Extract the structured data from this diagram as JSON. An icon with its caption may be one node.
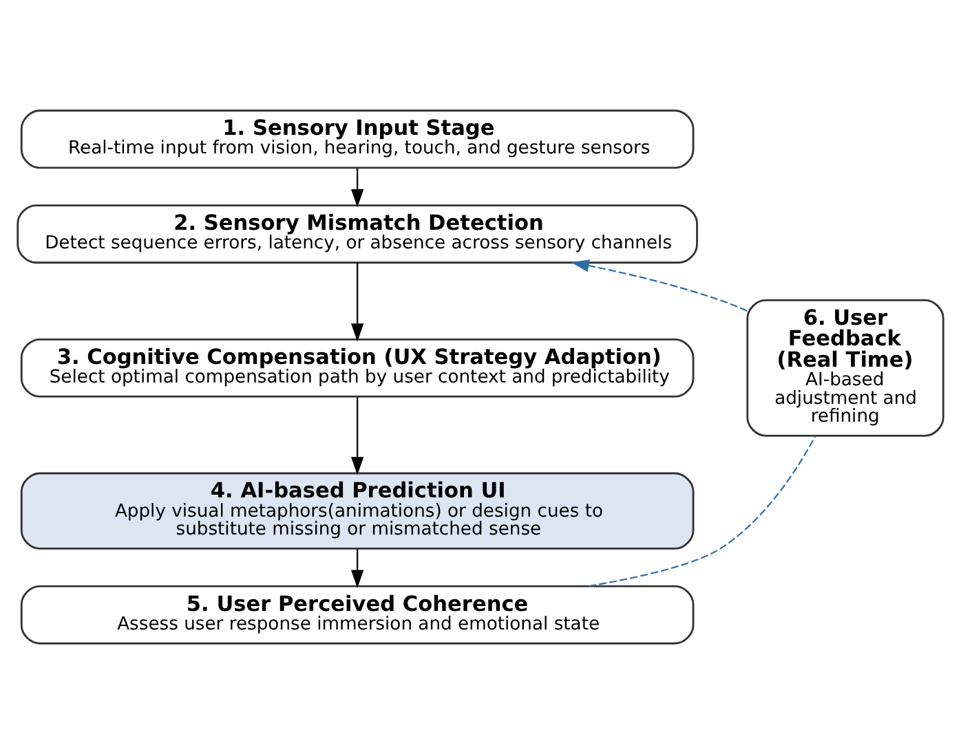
{
  "diagram": {
    "nodes": [
      {
        "text": [
          "1. Sensory Input Stage",
          "Real-time input from vision, hearing, touch, and gesture sensors"
        ]
      },
      {
        "text": [
          "2. Sensory Mismatch Detection",
          "Detect sequence errors, latency, or absence across sensory channels"
        ]
      },
      {
        "text": [
          "3. Cognitive Compensation (UX Strategy Adaption)",
          "Select optimal compensation path by user context and predictability"
        ]
      },
      {
        "text": [
          "4. AI-based Prediction UI",
          "Apply visual metaphors(animations) or design cues to substitute missing or mismatched sense"
        ]
      },
      {
        "text": [
          "5. User Perceived Coherence",
          "Assess user response immersion and emotional state"
        ]
      },
      {
        "text": [
          "6. User Feedback (Real Time)",
          "AI-based adjustment and refining"
        ]
      }
    ],
    "edges": [
      {
        "from": 0,
        "to": 1,
        "arrow": "to"
      },
      {
        "from": 1,
        "to": 2,
        "arrow": "to"
      },
      {
        "from": 2,
        "to": 3,
        "arrow": "to"
      },
      {
        "from": 3,
        "to": 4,
        "arrow": "to"
      },
      {
        "from": 4,
        "to": 5,
        "arrow": "none",
        "style": "dashed",
        "color": "#2e6da4"
      },
      {
        "from": 5,
        "to": 1,
        "arrow": "to",
        "style": "dashed",
        "color": "#2e6da4"
      }
    ]
  }
}
